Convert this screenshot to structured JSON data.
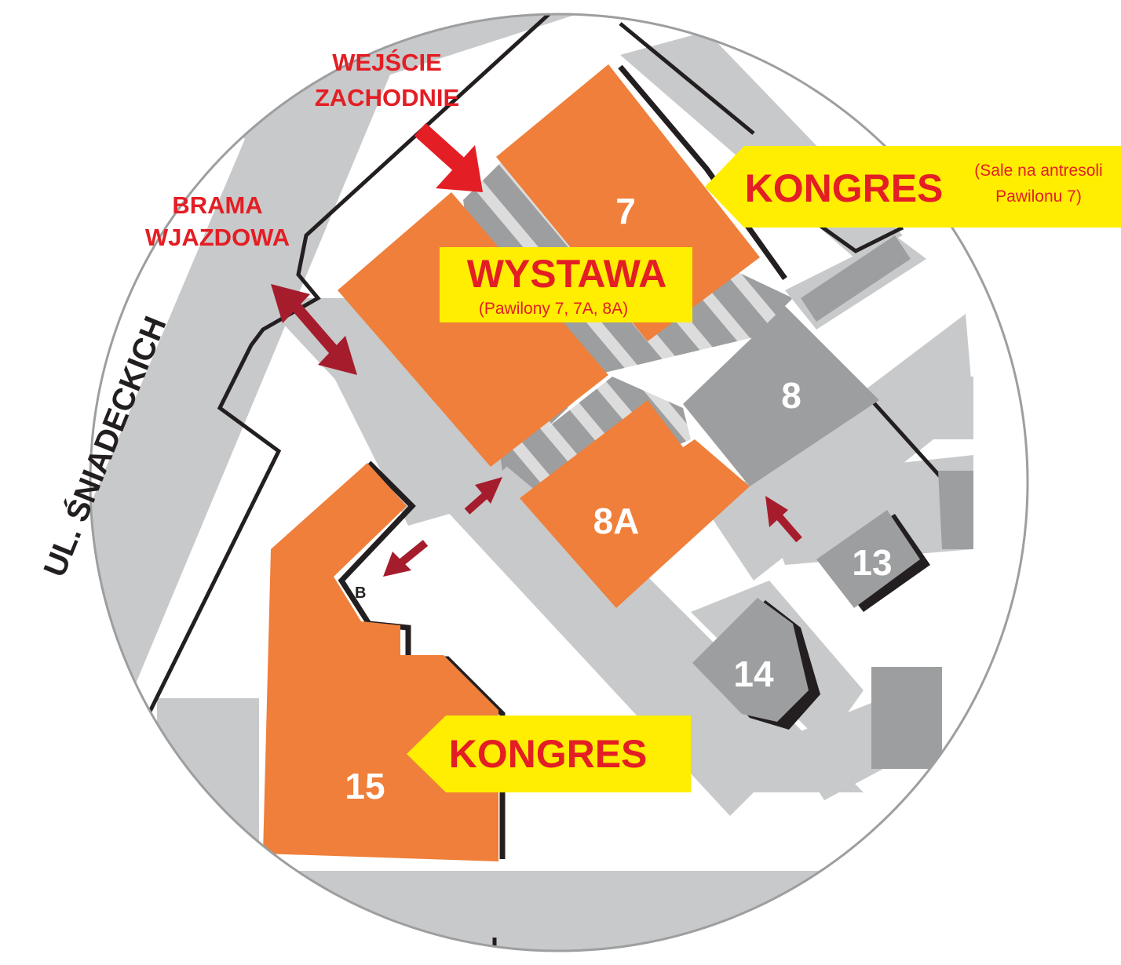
{
  "labels": {
    "west_entrance": [
      "WEJŚCIE",
      "ZACHODNIE"
    ],
    "vehicle_gate": [
      "BRAMA",
      "WJAZDOWA"
    ],
    "street": "UL. ŚNIADECKICH",
    "exhibition": {
      "title": "WYSTAWA",
      "subtitle": "(Pawilony 7, 7A, 8A)"
    },
    "congress_top": {
      "title": "KONGRES",
      "note": [
        "(Sale na antresoli",
        "Pawilonu 7)"
      ]
    },
    "congress_bottom": {
      "title": "KONGRES"
    },
    "entrance_b": "B"
  },
  "pavilions": {
    "p7": "7",
    "p8": "8",
    "p8a": "8A",
    "p13": "13",
    "p14": "14",
    "p15": "15"
  },
  "colors": {
    "road": "#c8c9ca",
    "building_grey": "#9d9e9f",
    "orange": "#ef7f3a",
    "yellow": "#ffee00",
    "red": "#e31e24",
    "dark_red": "#a51d2d",
    "outline": "#231f20"
  }
}
